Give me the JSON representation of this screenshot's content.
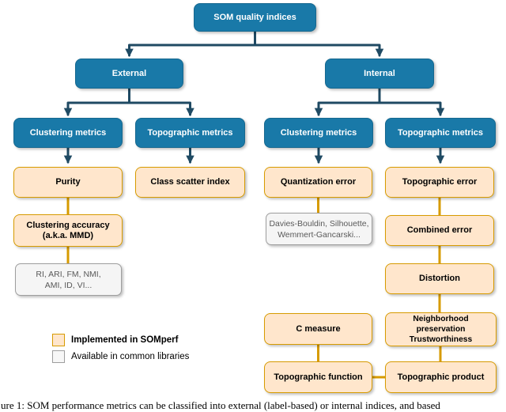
{
  "diagram": {
    "nodes": {
      "root": {
        "label": "SOM quality indices"
      },
      "external": {
        "label": "External"
      },
      "internal": {
        "label": "Internal"
      },
      "external_clustering": {
        "label": "Clustering metrics"
      },
      "external_topographic": {
        "label": "Topographic metrics"
      },
      "internal_clustering": {
        "label": "Clustering metrics"
      },
      "internal_topographic": {
        "label": "Topographic metrics"
      },
      "purity": {
        "label": "Purity"
      },
      "clustering_accuracy": {
        "line1": "Clustering accuracy",
        "line2": "(a.k.a. MMD)"
      },
      "external_library_metrics": {
        "line1": "RI, ARI, FM, NMI,",
        "line2": "AMI, ID, VI..."
      },
      "class_scatter_index": {
        "label": "Class scatter index"
      },
      "quantization_error": {
        "label": "Quantization error"
      },
      "internal_library_metrics": {
        "line1": "Davies-Bouldin, Silhouette,",
        "line2": "Wemmert-Gancarski..."
      },
      "topographic_error": {
        "label": "Topographic error"
      },
      "combined_error": {
        "label": "Combined error"
      },
      "distortion": {
        "label": "Distortion"
      },
      "neighborhood_preservation": {
        "line1": "Neighborhood preservation",
        "line2": "Trustworthiness"
      },
      "c_measure": {
        "label": "C measure"
      },
      "topographic_function": {
        "label": "Topographic function"
      },
      "topographic_product": {
        "label": "Topographic product"
      }
    },
    "legend": {
      "implemented": "Implemented in SOMperf",
      "available": "Available in common libraries"
    },
    "colors": {
      "node_blue": "#1979a8",
      "connector_navy": "#1f4a63",
      "implemented_fill": "#ffe6cc",
      "implemented_border": "#d79b00",
      "connector_orange": "#d79b00",
      "library_fill": "#f5f5f5",
      "library_border": "#9e9e9e"
    }
  },
  "caption": {
    "text": "ure 1: SOM performance metrics can be classified into external (label-based) or internal indices, and based"
  }
}
